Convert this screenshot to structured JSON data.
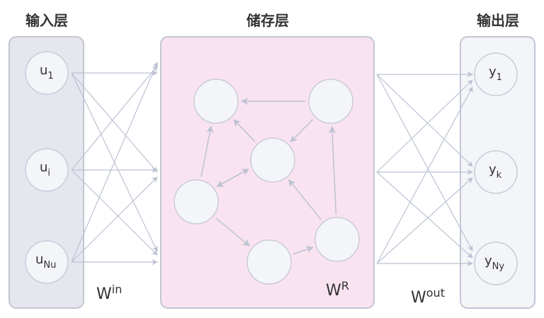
{
  "diagram": {
    "type": "echo-state-network",
    "colors": {
      "input_box_fill": "#e6e7ee",
      "reservoir_box_fill": "#fae3f0",
      "output_box_fill": "#f4f5f9",
      "box_stroke": "#c2c6d4",
      "node_fill": "#f4f5f9",
      "node_stroke": "#c8ccd8",
      "edge": "#bcc2d2",
      "text": "#333333"
    },
    "layers": {
      "input": {
        "title": "输入层",
        "nodes": [
          {
            "id": "u1",
            "base": "u",
            "sub": "1"
          },
          {
            "id": "ui",
            "base": "u",
            "sub": "i"
          },
          {
            "id": "uNu",
            "base": "u",
            "sub": "Nu"
          }
        ]
      },
      "reservoir": {
        "title": "储存层",
        "nodes": [
          {
            "id": "r1"
          },
          {
            "id": "r2"
          },
          {
            "id": "r3"
          },
          {
            "id": "r4"
          },
          {
            "id": "r5"
          },
          {
            "id": "r6"
          }
        ],
        "edges": [
          {
            "from": "r2",
            "to": "r1"
          },
          {
            "from": "r2",
            "to": "r3"
          },
          {
            "from": "r3",
            "to": "r1"
          },
          {
            "from": "r4",
            "to": "r1"
          },
          {
            "from": "r4",
            "to": "r3"
          },
          {
            "from": "r3",
            "to": "r4"
          },
          {
            "from": "r4",
            "to": "r5"
          },
          {
            "from": "r5",
            "to": "r6"
          },
          {
            "from": "r6",
            "to": "r3"
          },
          {
            "from": "r6",
            "to": "r2"
          }
        ]
      },
      "output": {
        "title": "输出层",
        "nodes": [
          {
            "id": "y1",
            "base": "y",
            "sub": "1"
          },
          {
            "id": "yk",
            "base": "y",
            "sub": "k"
          },
          {
            "id": "yNy",
            "base": "y",
            "sub": "Ny"
          }
        ]
      }
    },
    "weights": {
      "input": {
        "base": "W",
        "sup": "in"
      },
      "reservoir": {
        "base": "W",
        "sup": "R"
      },
      "output": {
        "base": "W",
        "sup": "out"
      }
    }
  }
}
